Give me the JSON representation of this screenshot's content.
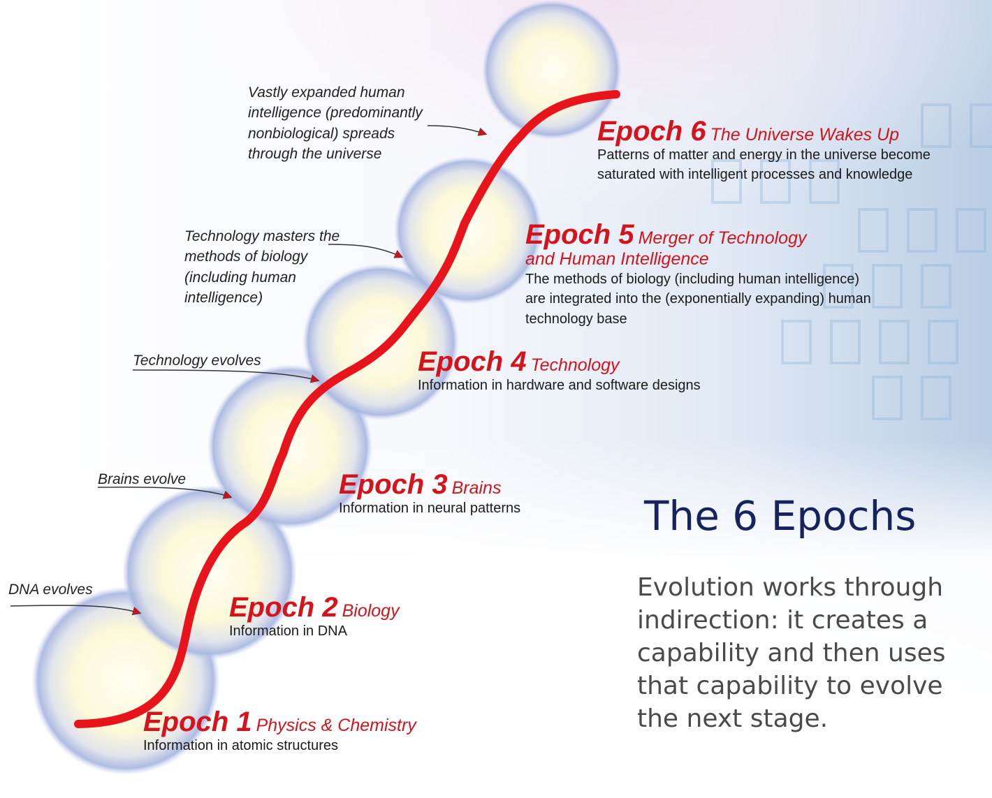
{
  "slide": {
    "title": "The 6 Epochs",
    "tagline_lines": [
      "Evolution works through",
      "indirection: it creates a",
      "capability and then uses",
      "that capability to evolve",
      "the next stage."
    ]
  },
  "epochs": [
    {
      "number": "Epoch 1",
      "name": "Physics & Chemistry",
      "description": [
        "Information in atomic structures"
      ]
    },
    {
      "number": "Epoch 2",
      "name": "Biology",
      "description": [
        "Information in DNA"
      ]
    },
    {
      "number": "Epoch 3",
      "name": "Brains",
      "description": [
        "Information in neural patterns"
      ]
    },
    {
      "number": "Epoch 4",
      "name": "Technology",
      "description": [
        "Information in hardware and software designs"
      ]
    },
    {
      "number": "Epoch 5",
      "name": "Merger of Technology",
      "name_line2": "and Human Intelligence",
      "description": [
        "The methods of biology (including human intelligence)",
        "are integrated into the (exponentially expanding) human",
        "technology base"
      ]
    },
    {
      "number": "Epoch 6",
      "name": "The Universe Wakes Up",
      "description": [
        "Patterns of matter and energy in the universe become",
        "saturated with intelligent processes and knowledge"
      ]
    }
  ],
  "transitions": [
    {
      "lines": [
        "DNA evolves"
      ]
    },
    {
      "lines": [
        "Brains evolve"
      ]
    },
    {
      "lines": [
        "Technology evolves"
      ]
    },
    {
      "lines": [
        "Technology masters the",
        "methods of biology",
        "(including human",
        "intelligence)"
      ]
    },
    {
      "lines": [
        "Vastly expanded human",
        "intelligence (predominantly",
        "nonbiological) spreads",
        "through the universe"
      ]
    }
  ],
  "colors": {
    "curve": "#e8141c",
    "epoch_text": "#d4141c",
    "title": "#17235c",
    "tagline": "#4a4a4a",
    "circle_rim": "#aab8e0",
    "circle_core": "#fdfbe0"
  }
}
